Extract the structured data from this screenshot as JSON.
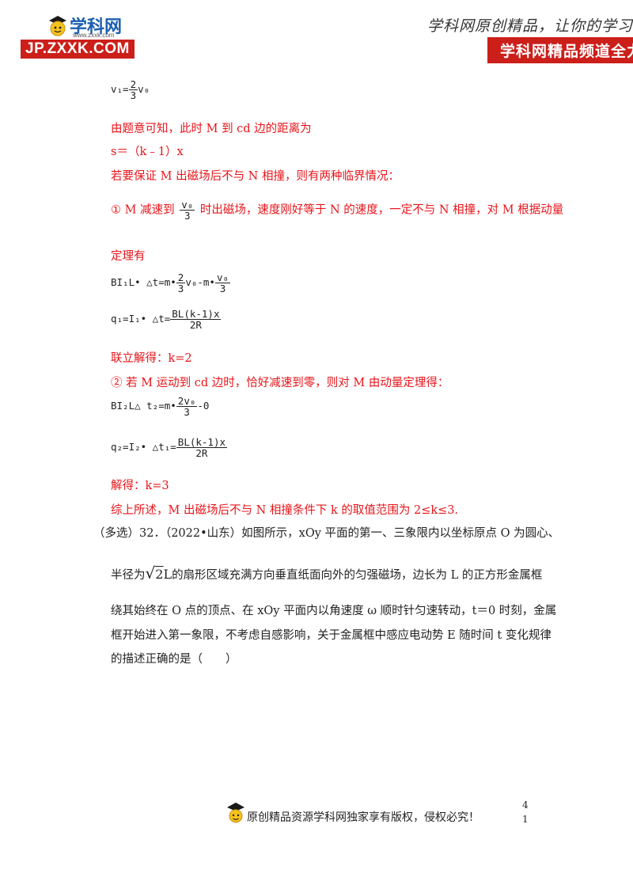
{
  "header": {
    "logo_cn": "学科网",
    "logo_url_small": "www.zxxk.com",
    "logo_domain": "JP.ZXXK.COM",
    "slogan": "学科网原创精品，让你的学习上表",
    "banner": "学科网精品频道全力推"
  },
  "content": {
    "eq_v1_lhs": "v₁=",
    "eq_v1_num": "2",
    "eq_v1_den": "3",
    "eq_v1_rhs": "v₀",
    "line_distance": "由题意可知，此时 M 到 cd 边的距离为",
    "line_s": "s＝（k﹣1）x",
    "line_condition": "若要保证 M 出磁场后不与 N 相撞，则有两种临界情况：",
    "case1_num": "v₀",
    "case1_den": "3",
    "case1_prefix": "① M 减速到",
    "case1_text": "时出磁场，速度刚好等于 N 的速度，一定不与 N 相撞，对 M 根据动量",
    "case1_text2": "定理有",
    "eq1_lhs": "BI₁L• △t=m•",
    "eq1_f1_num": "2",
    "eq1_f1_den": "3",
    "eq1_mid": "v₀-m•",
    "eq1_f2_num": "v₀",
    "eq1_f2_den": "3",
    "eq2_lhs": "q₁=I₁• △t=",
    "eq2_num": "BL(k-1)x",
    "eq2_den": "2R",
    "solve1": "联立解得：k=2",
    "case2": "② 若 M 运动到 cd 边时，恰好减速到零，则对 M 由动量定理得：",
    "eq3_lhs": "BI₂L△ t₂=m•",
    "eq3_num": "2v₀",
    "eq3_den": "3",
    "eq3_rhs": "-0",
    "eq4_lhs": "q₂=I₂• △t₁=",
    "eq4_num": "BL(k-1)x",
    "eq4_den": "2R",
    "solve2": "解得：k=3",
    "conclusion": "综上所述，M 出磁场后不与 N 相撞条件下 k 的取值范围为 2≤k≤3.",
    "q32_line1": "（多选）32．（2022•山东）如图所示，xOy 平面的第一、三象限内以坐标原点 O 为圆心、",
    "q32_radius_prefix": "半径为",
    "q32_radius_sqrt": "2",
    "q32_radius_L": "L",
    "q32_line2": "的扇形区域充满方向垂直纸面向外的匀强磁场，边长为 L 的正方形金属框",
    "q32_line3": "绕其始终在 O 点的顶点、在 xOy 平面内以角速度 ω 顺时针匀速转动，t＝0 时刻，金属",
    "q32_line4": "框开始进入第一象限，不考虑自感影响，关于金属框中感应电动势 E 随时间 t 变化规律",
    "q32_line5": "的描述正确的是（　　）"
  },
  "footer": {
    "text": "原创精品资源学科网独家享有版权，侵权必究！",
    "page_top": "4",
    "page_bottom": "1"
  },
  "colors": {
    "red": "#e8141a",
    "banner": "#cc1f1a",
    "logo_blue": "#1c5fae"
  }
}
